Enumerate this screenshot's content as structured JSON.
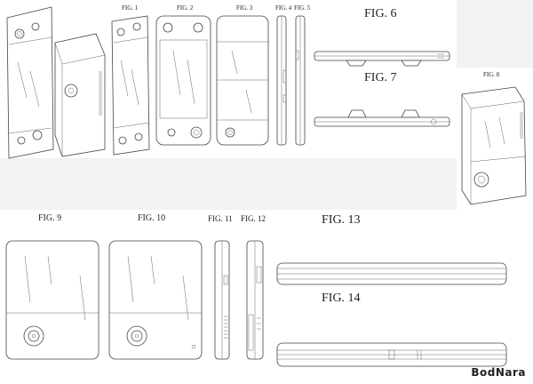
{
  "figures": {
    "fig1": "FIG. 1",
    "fig2": "FIG. 2",
    "fig3": "FIG. 3",
    "fig4": "FIG. 4",
    "fig5": "FIG. 5",
    "fig6": "FIG. 6",
    "fig7": "FIG. 7",
    "fig8": "FIG. 8",
    "fig9": "FIG. 9",
    "fig10": "FIG. 10",
    "fig11": "FIG. 11",
    "fig12": "FIG. 12",
    "fig13": "FIG. 13",
    "fig14": "FIG. 14"
  },
  "watermark": "BodNara",
  "colors": {
    "background": "#ffffff",
    "line": "#444444",
    "panel_bg": "#f2f2f2"
  }
}
